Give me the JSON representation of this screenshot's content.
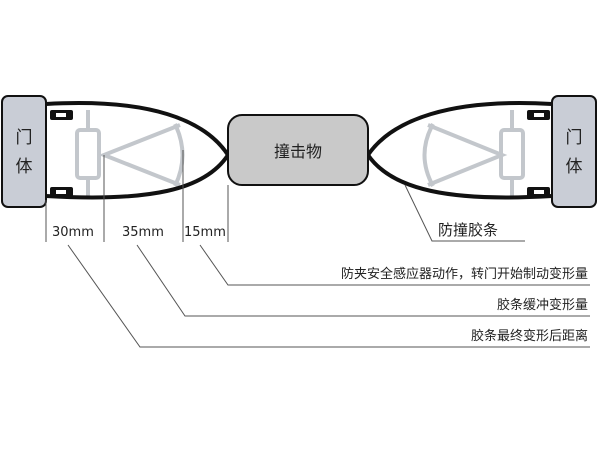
{
  "door_left": {
    "line1": "门",
    "line2": "体"
  },
  "door_right": {
    "line1": "门",
    "line2": "体"
  },
  "obstacle": "撞击物",
  "seal_label": "防撞胶条",
  "dimensions": [
    "30mm",
    "35mm",
    "15mm"
  ],
  "annotations": [
    "防夹安全感应器动作，转门开始制动变形量",
    "胶条缓冲变形量",
    "胶条最终变形后距离"
  ],
  "colors": {
    "door": "#c9cdd6",
    "obstacle": "#c9c9c9",
    "sensor": "#c3c7cc",
    "outline": "#111111"
  }
}
